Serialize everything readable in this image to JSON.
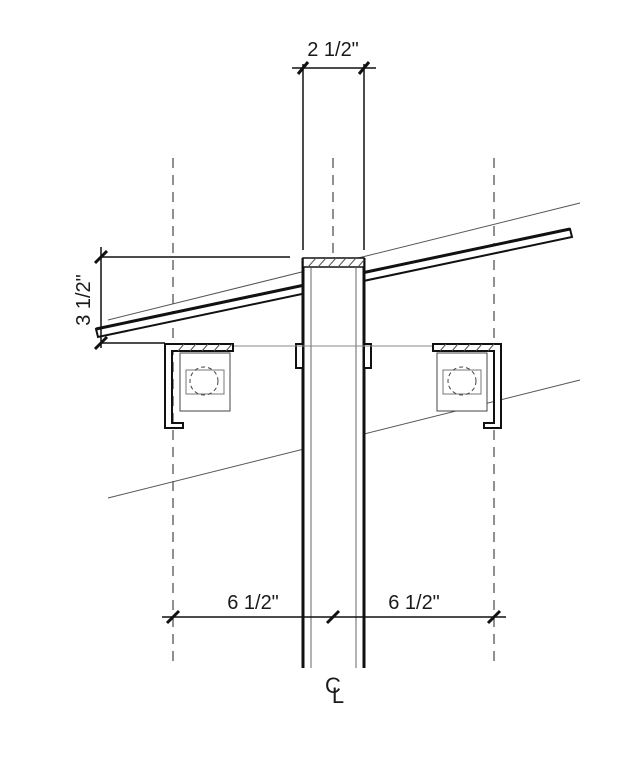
{
  "dimensions": {
    "post_width": "2 1/2\"",
    "rail_depth": "3 1/2\"",
    "offset_left": "6 1/2\"",
    "offset_right": "6 1/2\""
  },
  "centerline": {
    "letter_c": "C",
    "letter_l": "L"
  },
  "colors": {
    "line": "#111111",
    "hatch": "#555555",
    "light": "#666666"
  }
}
